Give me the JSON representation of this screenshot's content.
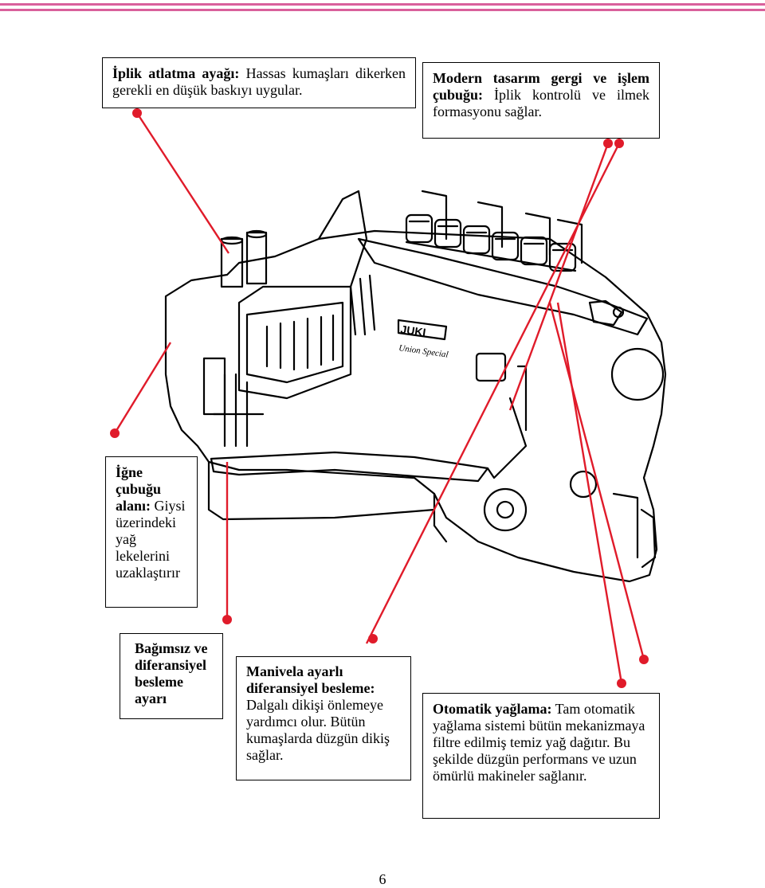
{
  "callouts": {
    "iplik": {
      "title": "İplik atlatma ayağı:",
      "body": "Hassas kumaşları dikerken gerekli en düşük baskıyı uygular."
    },
    "modern": {
      "title": "Modern tasarım gergi ve işlem çubuğu:",
      "body": "İplik kontrolü ve ilmek formasyonu sağlar."
    },
    "igne": {
      "title": "İğne çubuğu alanı:",
      "body": "Giysi üzerindeki yağ lekelerini uzaklaştırır"
    },
    "bagimsiz": {
      "title": "Bağımsız ve diferansiyel besleme ayarı",
      "body": ""
    },
    "manivela": {
      "title": "Manivela ayarlı diferansiyel besleme:",
      "body": "Dalgalı dikişi önlemeye yardımcı olur. Bütün kumaşlarda düzgün dikiş sağlar."
    },
    "otomatik": {
      "title": "Otomatik yağlama:",
      "body": "Tam otomatik yağlama sistemi bütün mekanizmaya filtre edilmiş temiz yağ dağıtır. Bu şekilde düzgün performans ve uzun ömürlü makineler sağlanır."
    }
  },
  "machine": {
    "brand": "JUKI",
    "model": "Union Special"
  },
  "page_number": "6",
  "colors": {
    "leader": "#e01b2a",
    "accent_rule": "#d9609c"
  }
}
